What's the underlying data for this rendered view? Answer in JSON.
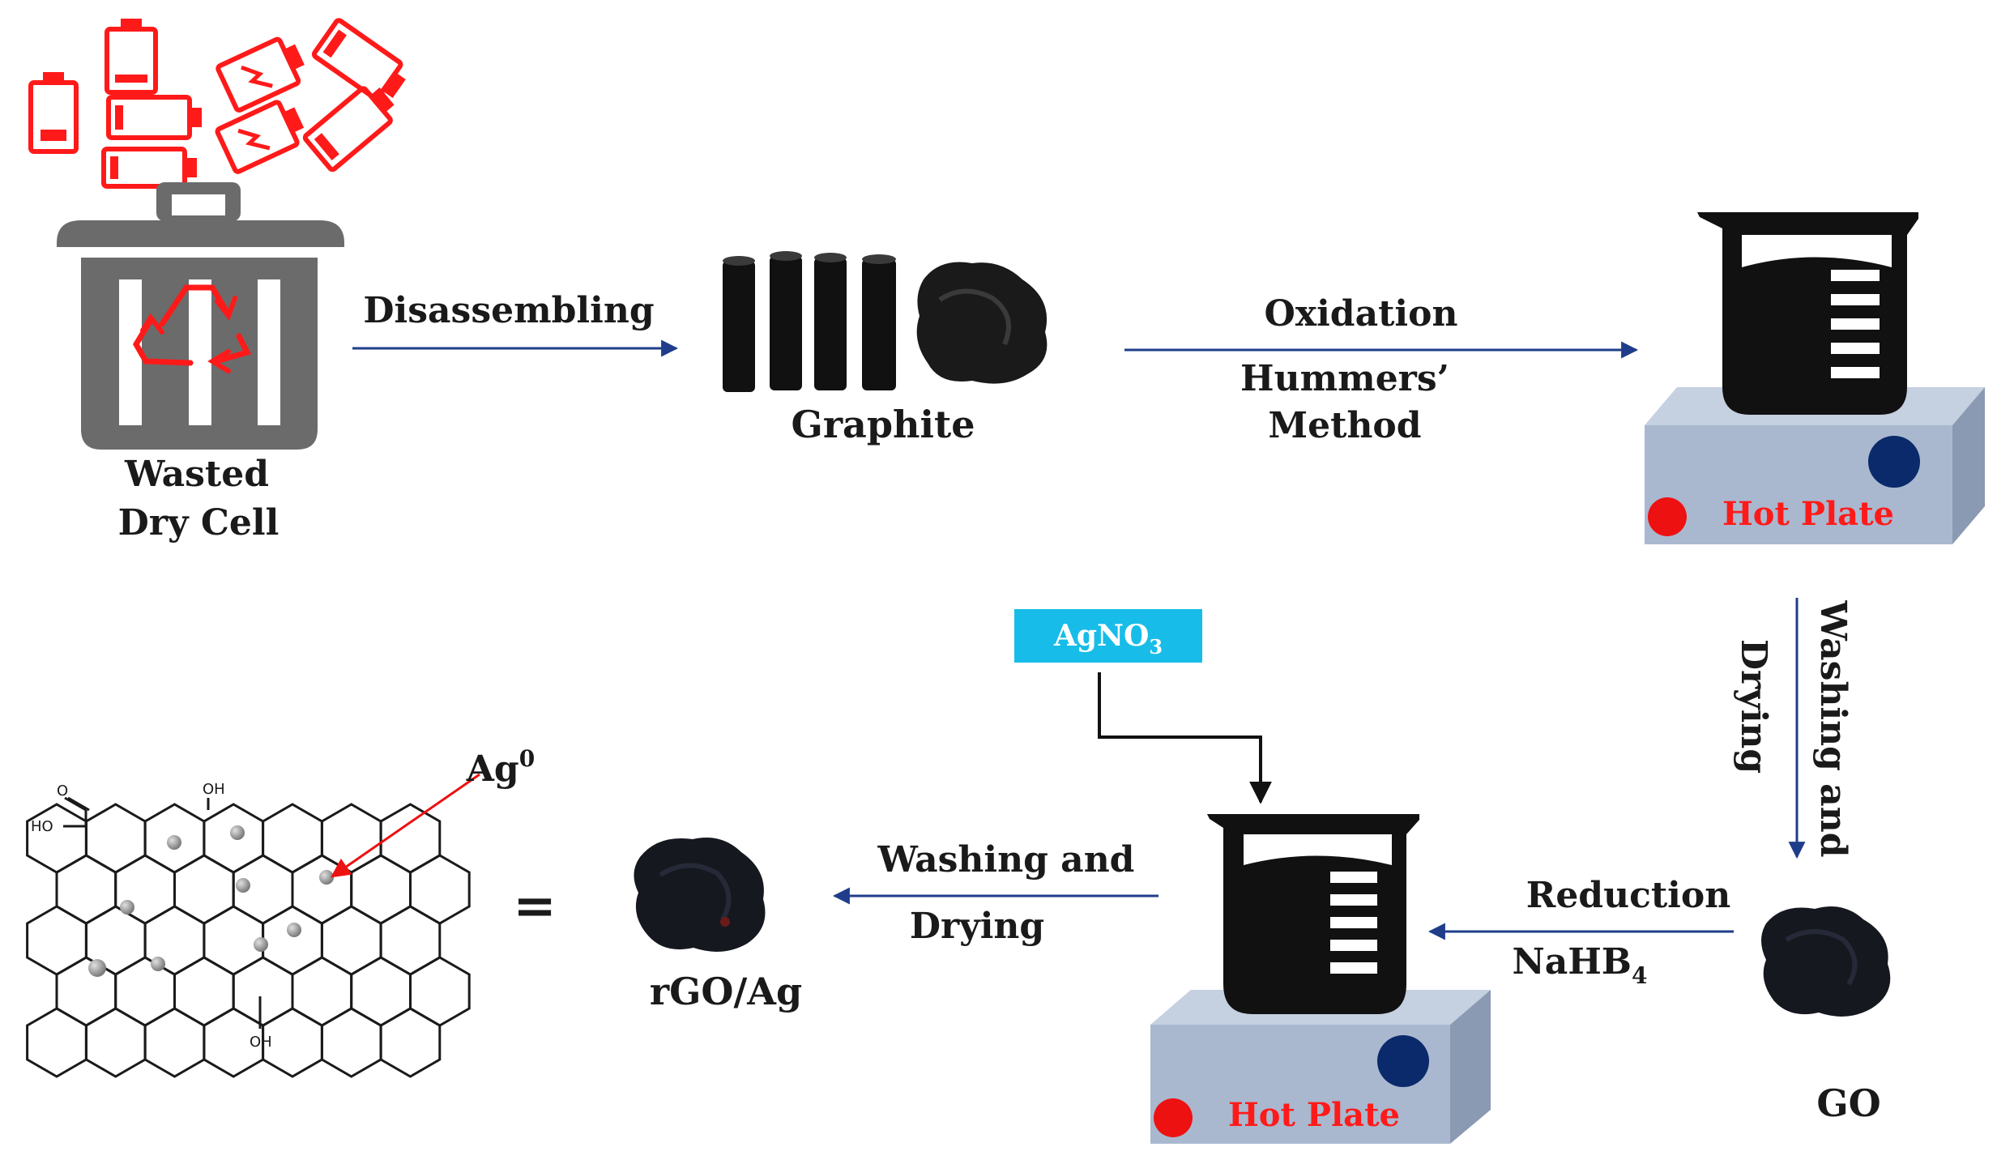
{
  "labels": {
    "wasted_dry_cell_line1": "Wasted",
    "wasted_dry_cell_line2": "Dry Cell",
    "disassembling": "Disassembling",
    "graphite": "Graphite",
    "oxidation": "Oxidation",
    "hummers_line1": "Hummers’",
    "hummers_line2": "Method",
    "hot_plate": "Hot Plate",
    "washing_drying_v_line1": "Washing and",
    "washing_drying_v_line2": "Drying",
    "go": "GO",
    "reduction": "Reduction",
    "nahb4_base": "NaHB",
    "nahb4_sub": "4",
    "agno3_base": "AgNO",
    "agno3_sub": "3",
    "washing_drying_h_line1": "Washing and",
    "washing_drying_h_line2": "Drying",
    "rgo_ag": "rGO/Ag",
    "ag0_base": "Ag",
    "ag0_sup": "0",
    "equals": "=",
    "oh": "OH",
    "ho": "HO",
    "o": "O"
  },
  "colors": {
    "arrow": "#1f3d8a",
    "battery": "#ff1a1a",
    "bin": "#6b6b6b",
    "hot_plate_top": "#c5d0e0",
    "hot_plate_front": "#a9b8cf",
    "hot_plate_side": "#8a9ab3",
    "knob_blue": "#0b2a6b",
    "knob_red": "#ee1111",
    "agno3_box": "#17bde8",
    "powder": "#16181f"
  },
  "icons": [
    "battery-icon",
    "trash-bin-icon",
    "recycle-icon",
    "graphite-rods-icon",
    "powder-icon",
    "beaker-icon",
    "hot-plate-icon",
    "graphene-lattice-icon"
  ]
}
